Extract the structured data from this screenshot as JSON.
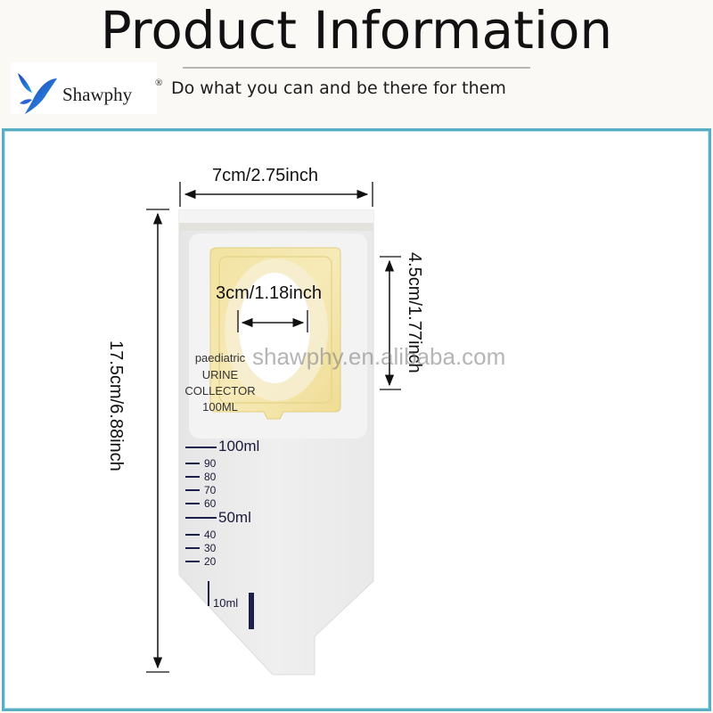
{
  "header": {
    "title": "Product Information",
    "brand": {
      "name": "Shawphy",
      "registered_mark": "®",
      "logo_icon": "butterfly-logo-icon"
    },
    "tagline": "Do what you can and be there for them"
  },
  "product": {
    "label_lines": [
      "paediatric",
      "URINE",
      "COLLECTOR",
      "100ML"
    ],
    "dimensions": {
      "width": "7cm/2.75inch",
      "height": "17.5cm/6.88inch",
      "opening_width": "3cm/1.18inch",
      "adhesive_height": "4.5cm/1.77inch"
    },
    "graduations": {
      "major": [
        "100ml",
        "50ml",
        "10ml"
      ],
      "minor": [
        "90",
        "80",
        "70",
        "60",
        "40",
        "30",
        "20"
      ]
    },
    "watermark": "shawphy.en.alibaba.com"
  },
  "colors": {
    "frame_border": "#5aaec4",
    "adhesive_pad": "#f1e3a0",
    "graduation_ink": "#1c1f4a",
    "background": "#fbf9f6"
  }
}
